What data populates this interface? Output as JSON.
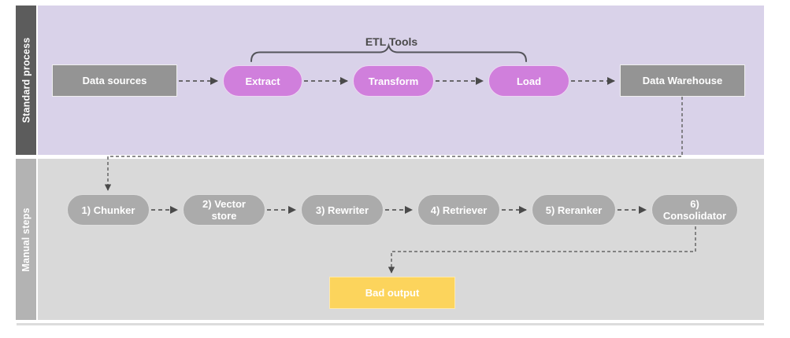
{
  "lanes": {
    "standard": {
      "label": "Standard process",
      "group_label": "ETL Tools",
      "nodes": {
        "data_sources": "Data sources",
        "extract": "Extract",
        "transform": "Transform",
        "load": "Load",
        "data_warehouse": "Data Warehouse"
      }
    },
    "manual": {
      "label": "Manual steps",
      "nodes": {
        "chunker": "1) Chunker",
        "vector_store": "2) Vector store",
        "rewriter": "3) Rewriter",
        "retriever": "4) Retriever",
        "reranker": "5) Reranker",
        "consolidator": "6) Consolidator",
        "bad_output": "Bad output"
      }
    }
  },
  "colors": {
    "standard_lane_bg": "#d9d2e9",
    "standard_lane_bar": "#5c5c5c",
    "manual_lane_bg": "#d9d9d9",
    "manual_lane_bar": "#b3b3b3",
    "process_box_fill": "#949494",
    "etl_pill_fill": "#d07fdc",
    "manual_pill_fill": "#ababab",
    "bad_output_fill": "#fcd45c",
    "connector_line": "#595959",
    "node_text": "#ffffff",
    "group_label_text": "#4a4a4a"
  }
}
